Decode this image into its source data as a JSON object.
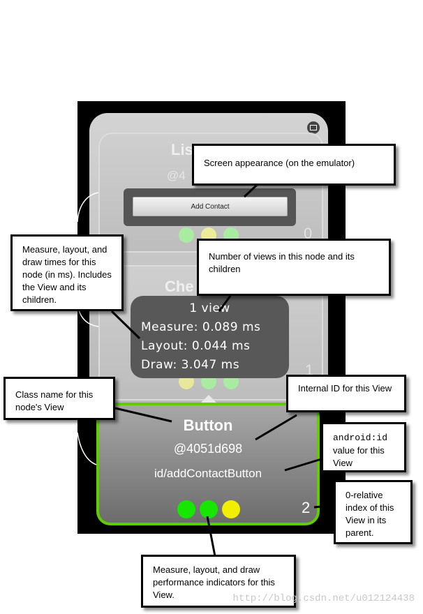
{
  "list_node": {
    "title": "ListView",
    "hash": "@4",
    "index": "0"
  },
  "check_node": {
    "title": "Che",
    "index": "1"
  },
  "preview": {
    "button_label": "Add Contact"
  },
  "tooltip": {
    "views": "1 view",
    "measure": "Measure: 0.089 ms",
    "layout": "Layout: 0.044 ms",
    "draw": "Draw: 3.047 ms"
  },
  "button_node": {
    "class_name": "Button",
    "hash": "@4051d698",
    "id": "id/addContactButton",
    "index": "2"
  },
  "colors": {
    "green": "#16e600",
    "yellow": "#f1ee00",
    "selected_border": "#5fce00"
  },
  "callouts": {
    "screen": "Screen appearance (on the emulator)",
    "views_count": "Number of views in this node and its children",
    "times": "Measure, layout, and draw times for this node (in ms). Includes the View and its children.",
    "class_name": "Class name for this node's View",
    "internal_id": "Internal ID for this View",
    "android_id_code": "android:id",
    "android_id_rest": "value for this View",
    "index": "0-relative index of this View in its parent.",
    "indicators": "Measure, layout, and draw performance indicators for this View."
  },
  "watermark": "http://blog.csdn.net/u012124438"
}
